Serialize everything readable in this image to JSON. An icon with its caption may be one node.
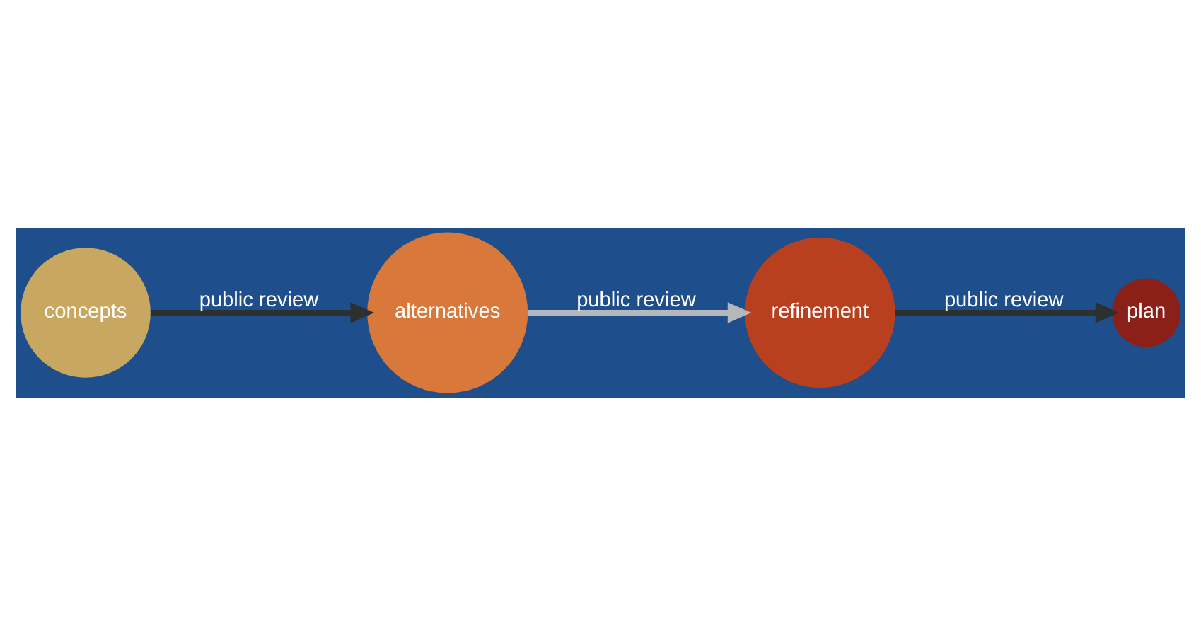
{
  "diagram": {
    "nodes": [
      {
        "text": [
          "concepts"
        ]
      },
      {
        "text": [
          "alternatives"
        ]
      },
      {
        "text": [
          "refinement"
        ]
      },
      {
        "text": [
          "plan"
        ]
      }
    ],
    "edges": [
      {
        "from": 0,
        "to": 1,
        "arrow": "to",
        "label": "public review"
      },
      {
        "from": 1,
        "to": 2,
        "arrow": "to",
        "label": "public review",
        "color": "#b4b8bc"
      },
      {
        "from": 2,
        "to": 3,
        "arrow": "to",
        "label": "public review"
      }
    ]
  }
}
